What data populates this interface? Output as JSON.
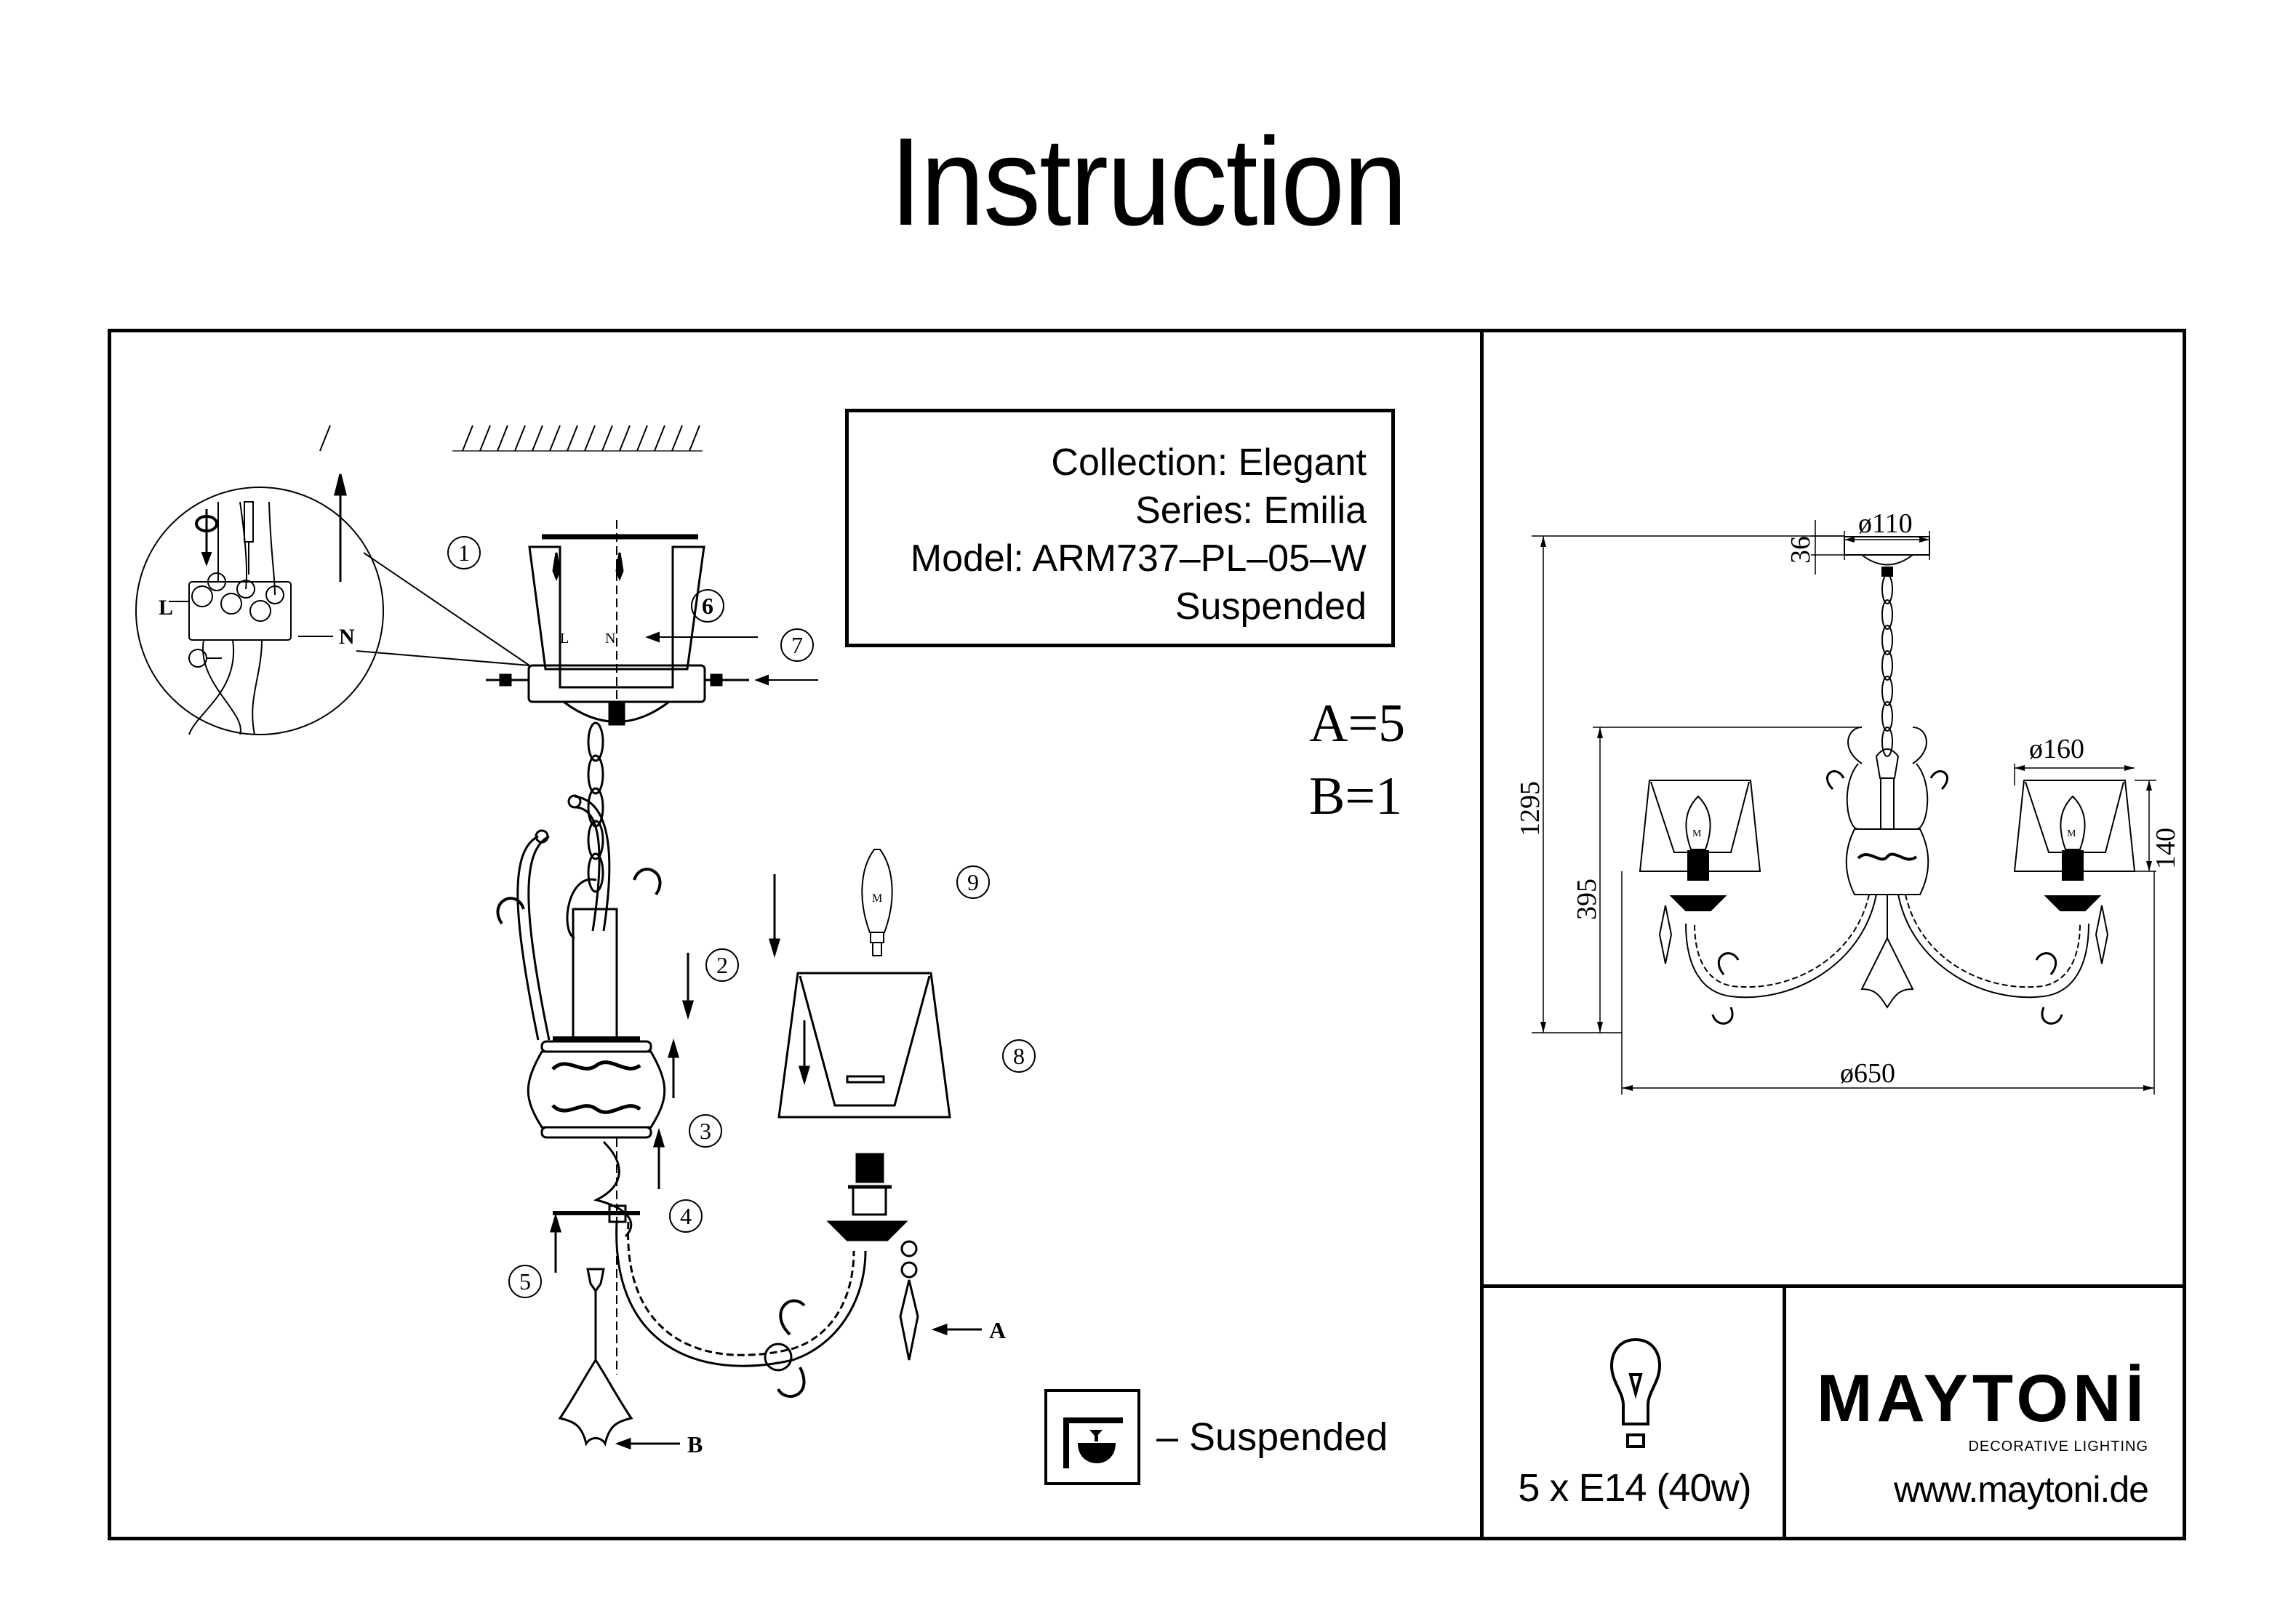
{
  "page": {
    "title": "Instruction"
  },
  "product_info": {
    "collection": "Collection: Elegant",
    "series": "Series: Emilia",
    "model": "Model: ARM737–PL–05–W",
    "mount_type": "Suspended"
  },
  "parts_count": {
    "a": "A=5",
    "b": "B=1"
  },
  "assembly": {
    "steps": [
      "1",
      "2",
      "3",
      "4",
      "5",
      "6",
      "7",
      "8",
      "9"
    ],
    "callouts": {
      "part_a": "A",
      "part_b": "B"
    },
    "wiring": {
      "live": "L",
      "neutral": "N",
      "live_small": "L",
      "neutral_small": "N"
    },
    "bulb_mark": "M"
  },
  "dimensions": {
    "canopy_diameter": "ø110",
    "canopy_height": "36",
    "total_height": "1295",
    "body_height": "395",
    "shade_diameter": "ø160",
    "shade_height": "140",
    "overall_diameter": "ø650",
    "bulb_mark": "M"
  },
  "legend": {
    "mount_icon": "suspended-mount-icon",
    "mount_label": "– Suspended"
  },
  "bulb_spec": {
    "icon": "light-bulb-icon",
    "label": "5 x E14 (40w)"
  },
  "brand": {
    "name": "MAYTONİ",
    "tagline": "DECORATIVE LIGHTING",
    "website": "www.maytoni.de"
  }
}
